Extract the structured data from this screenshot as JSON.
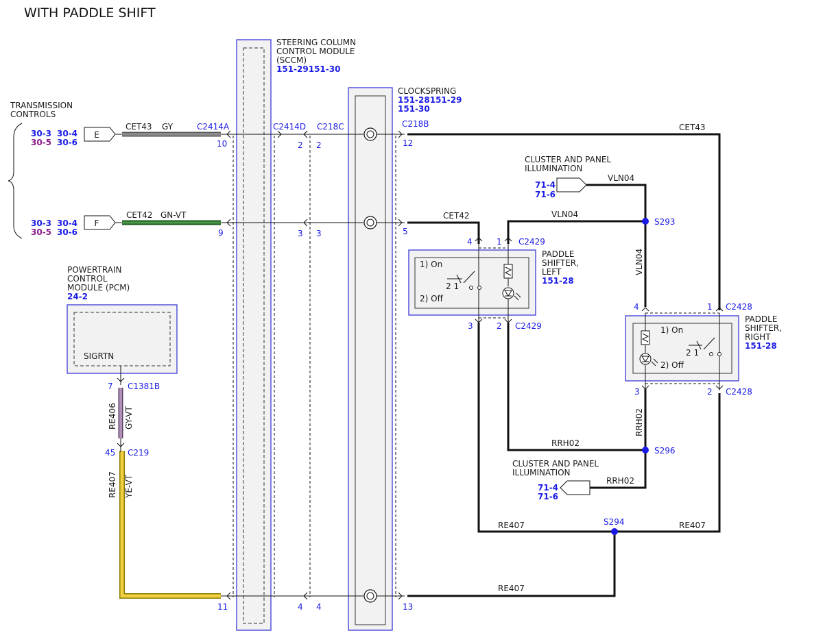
{
  "title": "WITH PADDLE SHIFT",
  "sccm": {
    "name": [
      "STEERING COLUMN",
      "CONTROL MODULE",
      "(SCCM)"
    ],
    "ref": "151-29151-30"
  },
  "clockspring": {
    "name": "CLOCKSPRING",
    "refs": [
      "151-28151-29",
      "151-30"
    ]
  },
  "transmission": {
    "name": [
      "TRANSMISSION",
      "CONTROLS"
    ],
    "refs_blue": [
      "30-3",
      "30-4",
      "30-4",
      "30-6"
    ],
    "refs_purple": [
      "30-5",
      "30-3",
      "30-5"
    ]
  },
  "connectors": {
    "e": "E",
    "f": "F",
    "c2414a": "C2414A",
    "c2414d": "C2414D",
    "c218c": "C218C",
    "c218b": "C218B",
    "c2429": "C2429",
    "c2428": "C2428",
    "c1381b": "C1381B",
    "c219": "C219"
  },
  "wires": {
    "cet43": "CET43",
    "gy": "GY",
    "cet42": "CET42",
    "gnvt": "GN-VT",
    "vln04": "VLN04",
    "rrh02": "RRH02",
    "re407": "RE407",
    "re406": "RE406",
    "gyvt": "GY-VT",
    "yevt": "YE-VT"
  },
  "splices": {
    "s293": "S293",
    "s296": "S296",
    "s294": "S294"
  },
  "pins": {
    "p10": "10",
    "p9": "9",
    "p11": "11",
    "p2": "2",
    "p3": "3",
    "p4": "4",
    "p12": "12",
    "p5": "5",
    "p13": "13",
    "p1": "1",
    "p7": "7",
    "p45": "45"
  },
  "cluster": {
    "name": [
      "CLUSTER AND PANEL",
      "ILLUMINATION"
    ],
    "refs": [
      "71-4",
      "71-6"
    ]
  },
  "paddle_left": {
    "name": [
      "PADDLE",
      "SHIFTER,",
      "LEFT"
    ],
    "ref": "151-28"
  },
  "paddle_right": {
    "name": [
      "PADDLE",
      "SHIFTER,",
      "RIGHT"
    ],
    "ref": "151-28"
  },
  "switch": {
    "on": "1) On",
    "off": "2) Off",
    "contacts": "2 1"
  },
  "pcm": {
    "name": [
      "POWERTRAIN",
      "CONTROL",
      "MODULE (PCM)"
    ],
    "ref": "24-2",
    "signal": "SIGRTN"
  }
}
